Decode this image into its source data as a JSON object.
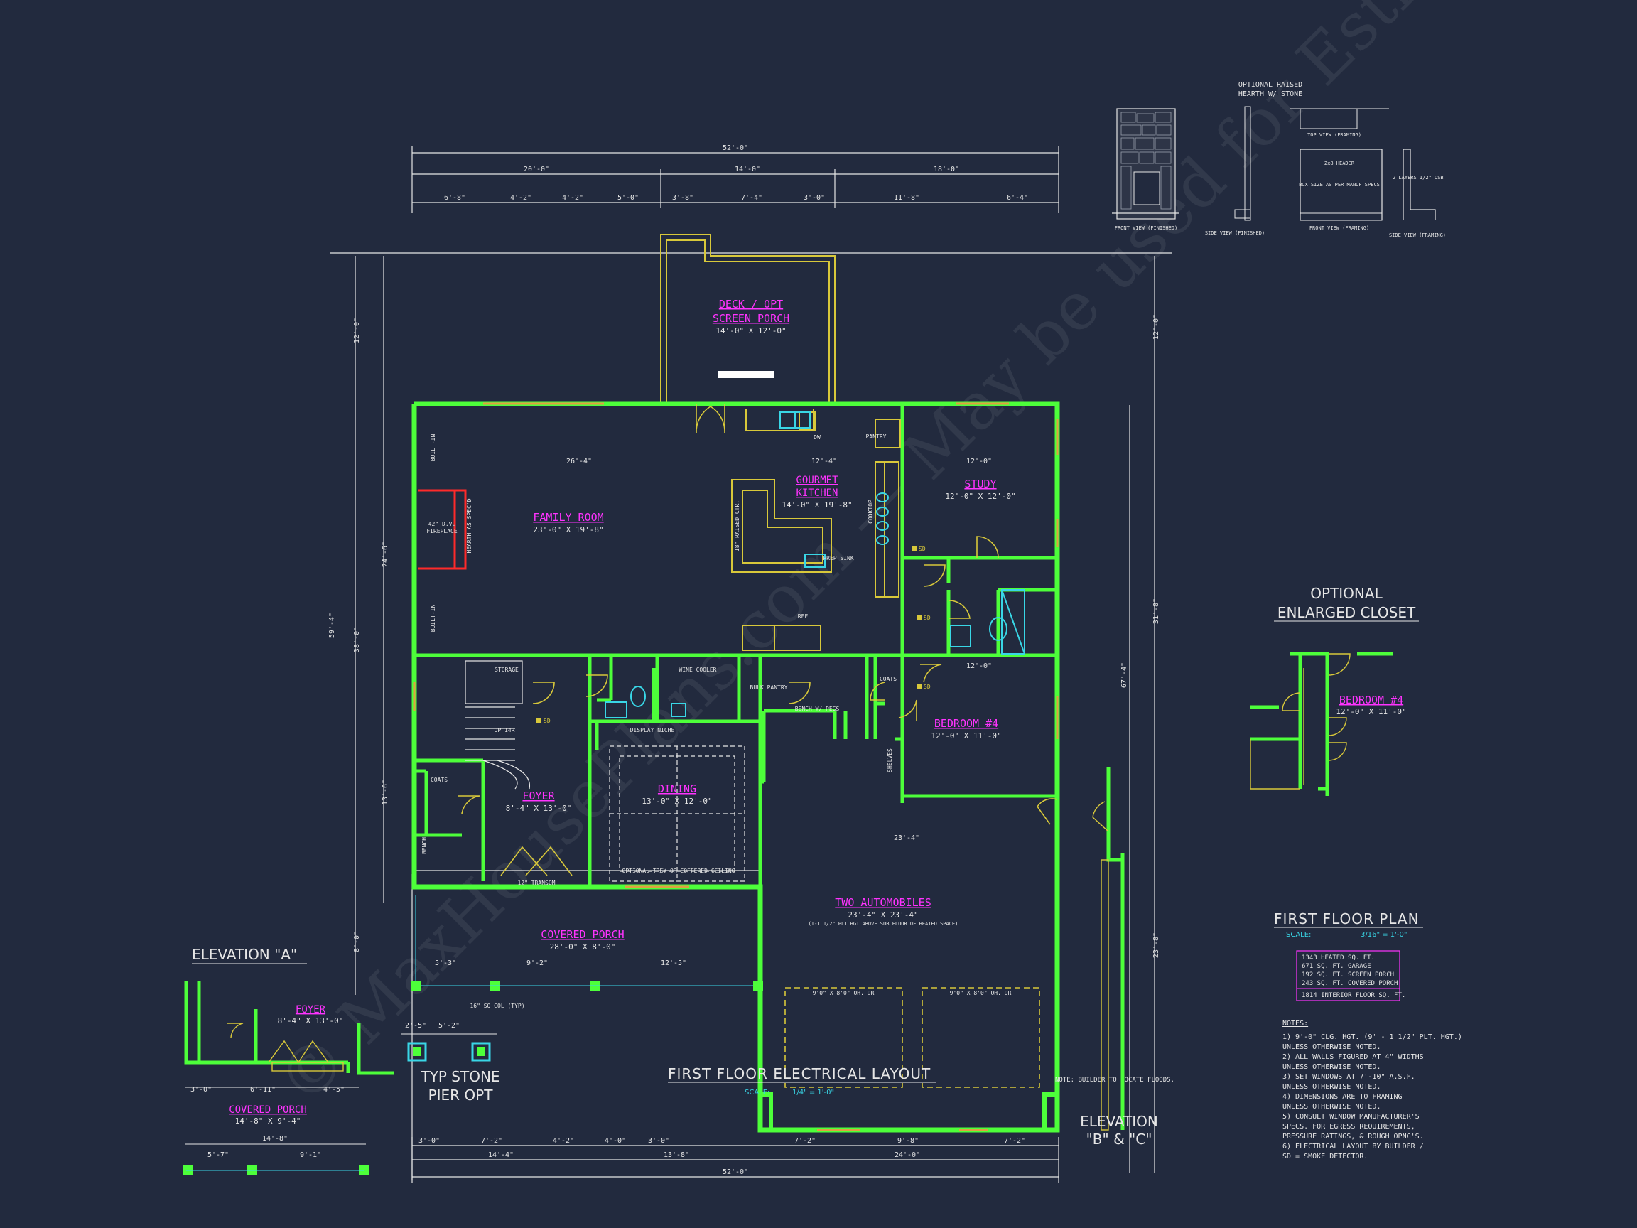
{
  "colors": {
    "background": "#222a3e",
    "walls": "#4dff3a",
    "room_labels": "#ff33ff",
    "dimensions": "#e6e6e6",
    "fixtures": "#d8c83a",
    "plumbing": "#39d6e6"
  },
  "watermark": "© MaxHousePlans.com — May be used for Estimations / Construction",
  "plan": {
    "title": "FIRST FLOOR PLAN",
    "scale_label": "SCALE:",
    "scale_value": "3/16\" = 1'-0\"",
    "electrical_title": "FIRST FLOOR ELECTRICAL LAYOUT",
    "electrical_scale_label": "SCALE:",
    "electrical_scale_value": "1/4\" = 1'-0\""
  },
  "areas": [
    "1343 HEATED SQ. FT.",
    "671 SQ. FT. GARAGE",
    "192 SQ. FT. SCREEN PORCH",
    "243 SQ. FT. COVERED PORCH"
  ],
  "interior_area": "1814 INTERIOR FLOOR SQ. FT.",
  "rooms": {
    "deck_name1": "DECK / OPT",
    "deck_name2": "SCREEN PORCH",
    "deck_dim": "14'-0\" X 12'-0\"",
    "kitchen_name1": "GOURMET",
    "kitchen_name2": "KITCHEN",
    "kitchen_dim": "14'-0\" X 19'-8\"",
    "family_name": "FAMILY ROOM",
    "family_dim": "23'-0\" X 19'-8\"",
    "study_name": "STUDY",
    "study_dim": "12'-0\" X 12'-0\"",
    "bedroom_name": "BEDROOM #4",
    "bedroom_dim": "12'-0\" X 11'-0\"",
    "dining_name": "DINING",
    "dining_dim": "13'-0\" X 12'-0\"",
    "foyer_name": "FOYER",
    "foyer_dim": "8'-4\" X 13'-0\"",
    "garage_name": "TWO AUTOMOBILES",
    "garage_dim": "23'-4\" X 23'-4\"",
    "garage_note": "(T-1 1/2\" PLT HGT ABOVE SUB FLOOR OF HEATED SPACE)",
    "porch_name": "COVERED PORCH",
    "porch_dim": "28'-0\" X 8'-0\""
  },
  "labels": {
    "pantry": "PANTRY",
    "dw": "DW",
    "cooktop": "COOKTOP",
    "prep_sink": "PREP SINK",
    "ref": "REF",
    "fireplace1": "42\" D.V.",
    "fireplace2": "FIREPLACE",
    "hearth": "HEARTH AS SPEC'D",
    "built_in": "BUILT-IN",
    "storage": "STORAGE",
    "wine_cooler": "WINE COOLER",
    "display_niche": "DISPLAY NICHE",
    "bulk_pantry": "BULK PANTRY",
    "bench_pegs": "BENCH W/ PEGS",
    "coats": "COATS",
    "shelves": "SHELVES",
    "bench": "BENCH",
    "transom": "12\" TRANSOM",
    "up": "UP 14R",
    "sd": "SD",
    "ceiling_note": "OPTIONAL TREY OR COFFERED CEILING",
    "raised_bar": "18\" RAISED CTR.",
    "garage_door": "9'0\" X 8'0\" OH. DR",
    "stone_col": "16\" SQ COL (TYP)"
  },
  "dims": {
    "overall": "52'-0\"",
    "top_mid": [
      "20'-0\"",
      "14'-0\"",
      "18'-0\""
    ],
    "top_small": [
      "6'-8\"",
      "4'-2\"",
      "4'-2\"",
      "5'-0\"",
      "3'-8\"",
      "7'-4\"",
      "3'-0\"",
      "11'-8\"",
      "6'-4\""
    ],
    "left": [
      "12'-0\"",
      "24'-6\"",
      "13'-6\"",
      "8'-0\""
    ],
    "left_total": [
      "59'-4\"",
      "38'-0\""
    ],
    "right": [
      "12'-0\"",
      "31'-8\"",
      "23'-8\""
    ],
    "right_total": "67'-4\"",
    "bottom_mid": [
      "14'-4\"",
      "13'-8\"",
      "24'-0\""
    ],
    "bottom_small": [
      "3'-0\"",
      "7'-2\"",
      "4'-2\"",
      "4'-0\"",
      "3'-0\"",
      "7'-2\"",
      "9'-8\"",
      "7'-2\""
    ],
    "family_w": "26'-4\"",
    "garage_w": "23'-4\"",
    "porch_w": [
      "5'-3\"",
      "9'-2\"",
      "12'-5\""
    ],
    "kitchen_w": "12'-4\"",
    "study_w": "12'-0\"",
    "bed_w": "12'-0\""
  },
  "hearth": {
    "title1": "OPTIONAL RAISED",
    "title2": "HEARTH W/ STONE",
    "front_finished": "FRONT VIEW (FINISHED)",
    "side_finished": "SIDE VIEW (FINISHED)",
    "top_framing": "TOP VIEW (FRAMING)",
    "front_framing": "FRONT VIEW (FRAMING)",
    "side_framing": "SIDE VIEW (FRAMING)",
    "header": "2x8 HEADER",
    "box_size": "BOX SIZE AS PER MANUF SPECS",
    "layers": "2 LAYERS 1/2\" OSB"
  },
  "closet": {
    "title1": "OPTIONAL",
    "title2": "ENLARGED CLOSET",
    "bedroom_name": "BEDROOM #4",
    "bedroom_dim": "12'-0\" X 11'-0\""
  },
  "elevation_a": {
    "title": "ELEVATION \"A\"",
    "foyer_name": "FOYER",
    "foyer_dim": "8'-4\" X 13'-0\"",
    "porch_name": "COVERED PORCH",
    "porch_dim": "14'-8\" X 9'-4\"",
    "dims": [
      "3'-0\"",
      "6'-11\"",
      "4'-5\"",
      "14'-8\"",
      "5'-7\"",
      "9'-1\""
    ]
  },
  "elevation_bc": {
    "title1": "ELEVATION",
    "title2": "\"B\" & \"C\""
  },
  "stone_pier": {
    "title1": "TYP STONE",
    "title2": "PIER OPT",
    "dim1": "2'-5\"",
    "dim2": "5'-2\""
  },
  "builder_note": "NOTE: BUILDER TO LOCATE FLOODS.",
  "notes": {
    "title": "NOTES:",
    "lines": [
      "1) 9'-0\" CLG. HGT. (9' - 1 1/2\" PLT. HGT.)",
      "   UNLESS OTHERWISE NOTED.",
      "2) ALL WALLS FIGURED AT 4\" WIDTHS",
      "   UNLESS OTHERWISE NOTED.",
      "3) SET WINDOWS AT 7'-10\" A.S.F.",
      "   UNLESS OTHERWISE NOTED.",
      "4) DIMENSIONS ARE TO FRAMING",
      "   UNLESS OTHERWISE NOTED.",
      "5) CONSULT WINDOW MANUFACTURER'S",
      "   SPECS. FOR EGRESS REQUIREMENTS,",
      "   PRESSURE RATINGS, & ROUGH OPNG'S.",
      "6) ELECTRICAL LAYOUT BY BUILDER /",
      "   SD = SMOKE DETECTOR."
    ]
  }
}
